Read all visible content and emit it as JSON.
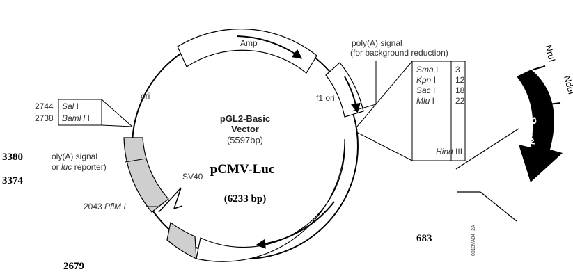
{
  "plasmid": {
    "name": "pGL2-Basic",
    "name_line2": "Vector",
    "size": "(5597bp)",
    "new_name": "pCMV-Luc",
    "new_size": "(6233 bp)"
  },
  "features": {
    "amp": "Amp",
    "amp_sup": "r",
    "ori": "ori",
    "f1_ori": "f1 ori",
    "sv40": "SV40",
    "polya_bg_line1": "poly(A) signal",
    "polya_bg_line2": "(for background reduction)",
    "polya_luc_line1": "oly(A) signal",
    "polya_luc_line2": "or ",
    "polya_luc_italic": "luc",
    "polya_luc_line2_end": " reporter)",
    "plm_site_num": "2043 ",
    "plm_site_name": "PflM I"
  },
  "left_sites": [
    {
      "pos": "2744",
      "enzyme": "Sal",
      "suffix": " I"
    },
    {
      "pos": "2738",
      "enzyme": "BamH",
      "suffix": " I"
    }
  ],
  "mcs_sites": [
    {
      "enzyme": "Sma",
      "suffix": " I",
      "pos": "3"
    },
    {
      "enzyme": "Kpn",
      "suffix": " I",
      "pos": "12"
    },
    {
      "enzyme": "Sac",
      "suffix": "  I",
      "pos": "18"
    },
    {
      "enzyme": "Mlu",
      "suffix": " I",
      "pos": "22"
    }
  ],
  "mcs_bottom": {
    "enzyme": "Hind",
    "suffix": " III"
  },
  "new_positions": {
    "p3380": "3380",
    "p3374": "3374",
    "p683": "683",
    "p2679": "2679"
  },
  "promoter": {
    "label_main": "P",
    "label_sub": "CMV",
    "site_top": "NruI",
    "site_side": "NdeI"
  },
  "figure_code": "0313VA04_2A"
}
